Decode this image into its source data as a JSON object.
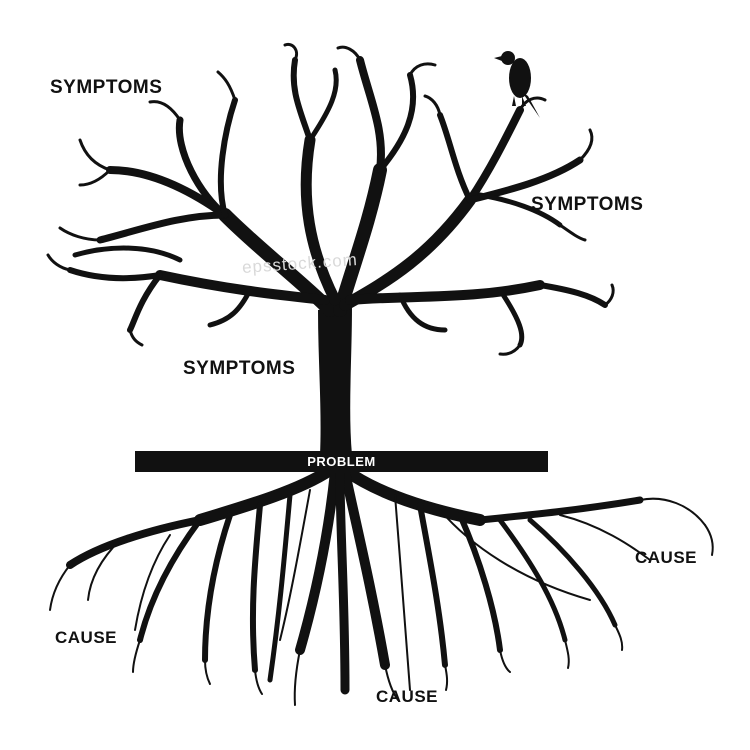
{
  "labels": {
    "symptoms_top_left": "SYMPTOMS",
    "symptoms_right": "SYMPTOMS",
    "symptoms_trunk": "SYMPTOMS",
    "problem": "PROBLEM",
    "cause_left": "CAUSE",
    "cause_bottom": "CAUSE",
    "cause_right": "CAUSE"
  },
  "watermark": "epsstock.com",
  "colors": {
    "ink": "#111111",
    "background": "#ffffff",
    "watermark": "#d9d9d9"
  }
}
